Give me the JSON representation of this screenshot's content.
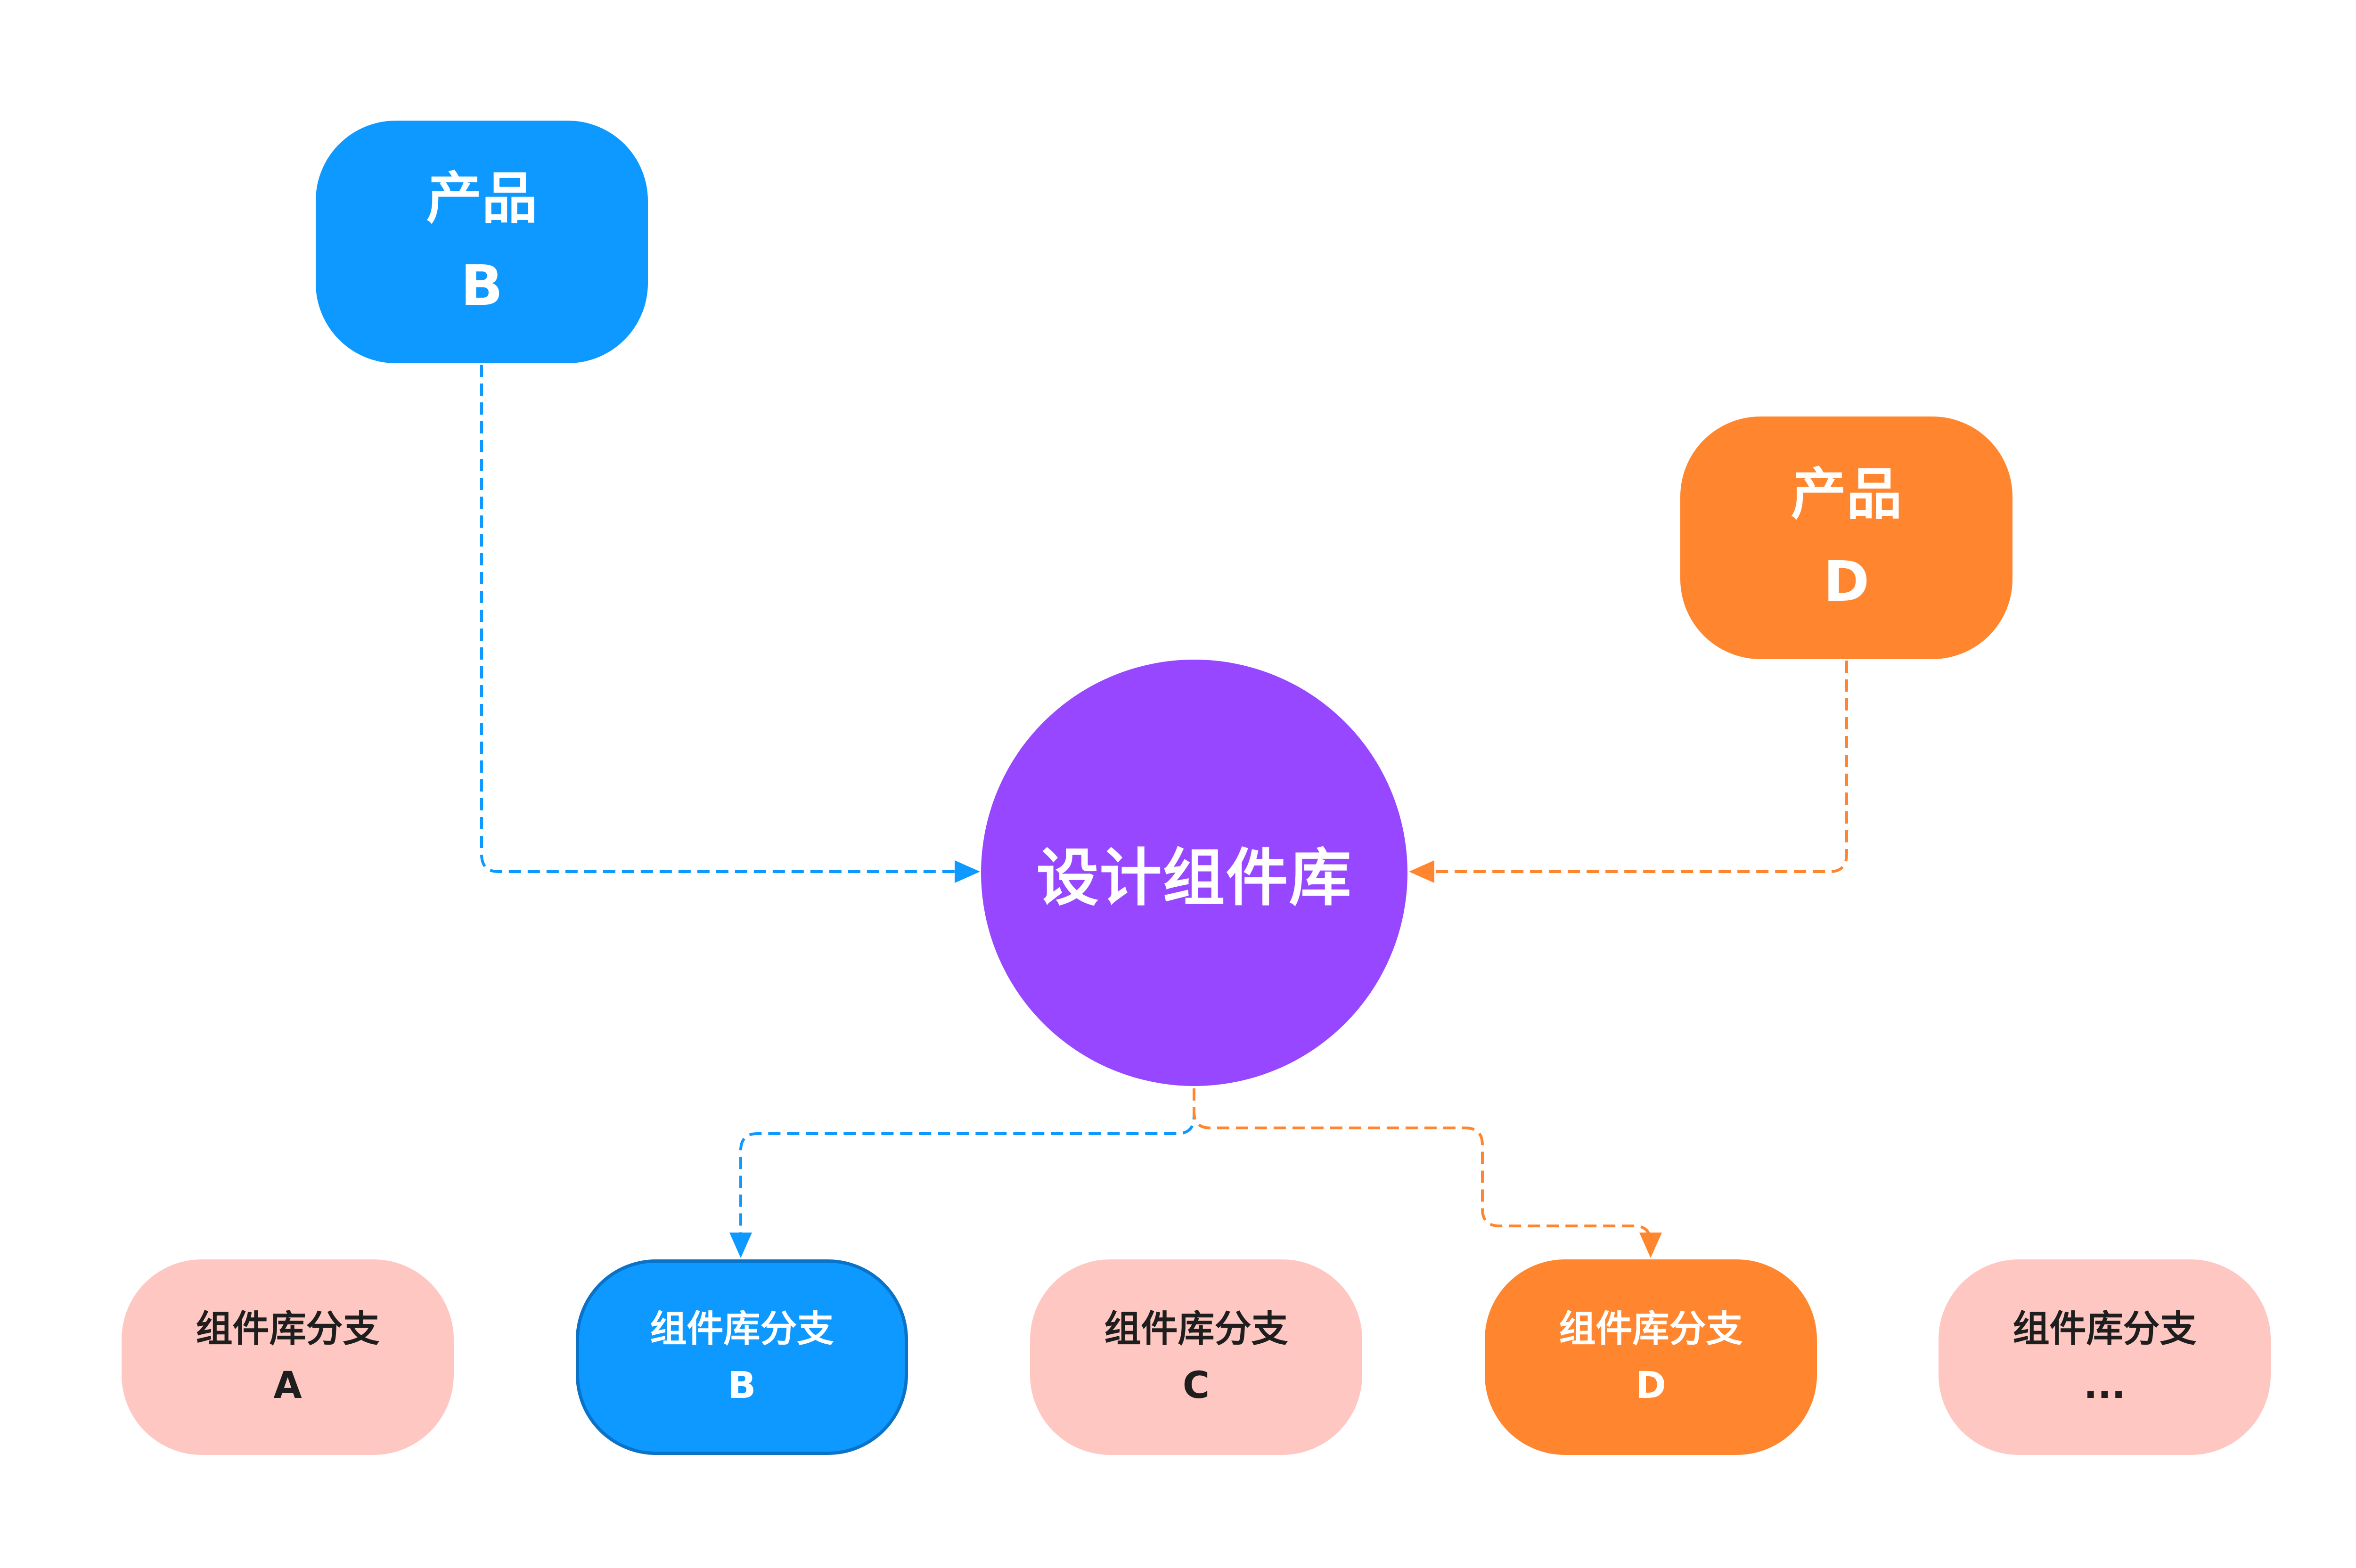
{
  "colors": {
    "blue": "#0d99ff",
    "orange": "#ff862e",
    "purple": "#9747ff",
    "pink": "#ffc7c2",
    "text_dark": "#1e1e1e",
    "text_light": "#ffffff"
  },
  "products": [
    {
      "title": "产品",
      "code": "B",
      "color": "blue"
    },
    {
      "title": "产品",
      "code": "D",
      "color": "orange"
    }
  ],
  "hub": {
    "label": "设计组件库",
    "color": "purple"
  },
  "branches": [
    {
      "title": "组件库分支",
      "code": "A",
      "color": "pink"
    },
    {
      "title": "组件库分支",
      "code": "B",
      "color": "blue"
    },
    {
      "title": "组件库分支",
      "code": "C",
      "color": "pink"
    },
    {
      "title": "组件库分支",
      "code": "D",
      "color": "orange"
    },
    {
      "title": "组件库分支",
      "code": "...",
      "color": "pink"
    }
  ],
  "connectors": [
    {
      "from": "产品 B",
      "to": "设计组件库",
      "style": "dashed-arrow",
      "color": "blue"
    },
    {
      "from": "产品 D",
      "to": "设计组件库",
      "style": "dashed-arrow",
      "color": "orange"
    },
    {
      "from": "设计组件库",
      "to": "组件库分支 B",
      "style": "dashed-arrow",
      "color": "blue"
    },
    {
      "from": "设计组件库",
      "to": "组件库分支 D",
      "style": "dashed-arrow",
      "color": "orange"
    }
  ]
}
